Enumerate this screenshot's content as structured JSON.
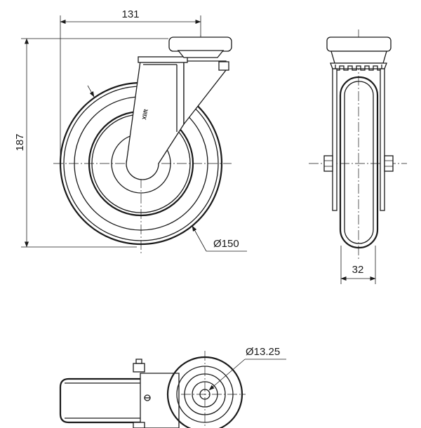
{
  "drawing": {
    "dimensions": {
      "width": "131",
      "height": "187",
      "wheel_diameter": "Ø150",
      "wheel_width": "32",
      "bolt_hole": "Ø13.25"
    },
    "logo_text": "Xlift"
  }
}
